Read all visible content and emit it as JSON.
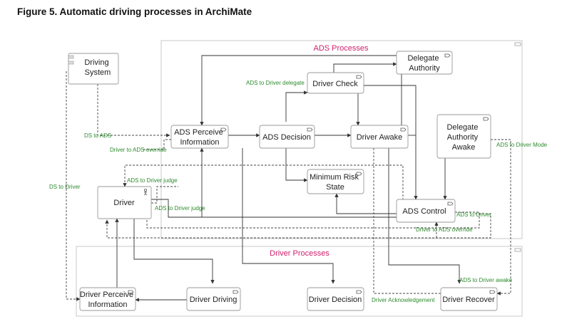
{
  "figure": {
    "title": "Figure 5. Automatic driving processes in ArchiMate"
  },
  "groups": {
    "ads": "ADS Processes",
    "driver": "Driver Processes"
  },
  "nodes": {
    "driving_system": [
      "Driving",
      "System"
    ],
    "delegate_authority": [
      "Delegate",
      "Authority"
    ],
    "driver_check": [
      "Driver Check"
    ],
    "ads_perceive": [
      "ADS Perceive",
      "Information"
    ],
    "ads_decision": [
      "ADS Decision"
    ],
    "driver_awake": [
      "Driver Awake"
    ],
    "delegate_awake": [
      "Delegate",
      "Authority",
      "Awake"
    ],
    "minimum_risk": [
      "Minimum Risk",
      "State"
    ],
    "driver": [
      "Driver"
    ],
    "ads_control": [
      "ADS Control"
    ],
    "driver_perceive": [
      "Driver Perceive",
      "Information"
    ],
    "driver_driving": [
      "Driver Driving"
    ],
    "driver_decision": [
      "Driver Decision"
    ],
    "driver_recover": [
      "Driver Recover"
    ]
  },
  "edge_labels": {
    "ads_to_driver_delegate": "ADS to Driver delegate",
    "ds_to_ads": "DS to ADS",
    "driver_to_ads_override": "Driver to ADS override",
    "ads_to_driver_mode": "ADS to Driver Mode",
    "ads_to_driver_judge_top": "ADS to Driver judge",
    "ds_to_driver": "DS to Driver",
    "ads_to_driver_judge_bottom": "ADS to Driver judge",
    "ads_to_driver": "ADS to Driver",
    "driver_to_ads_override_bottom": "Driver to ADS override",
    "ads_to_driver_awake": "ADS to Driver awake",
    "driver_acknowledgement": "Driver Acknowledgement"
  },
  "colors": {
    "group_label": "#d0206e",
    "edge_label": "#2e8b2e",
    "box_border": "#9a9a9a"
  }
}
